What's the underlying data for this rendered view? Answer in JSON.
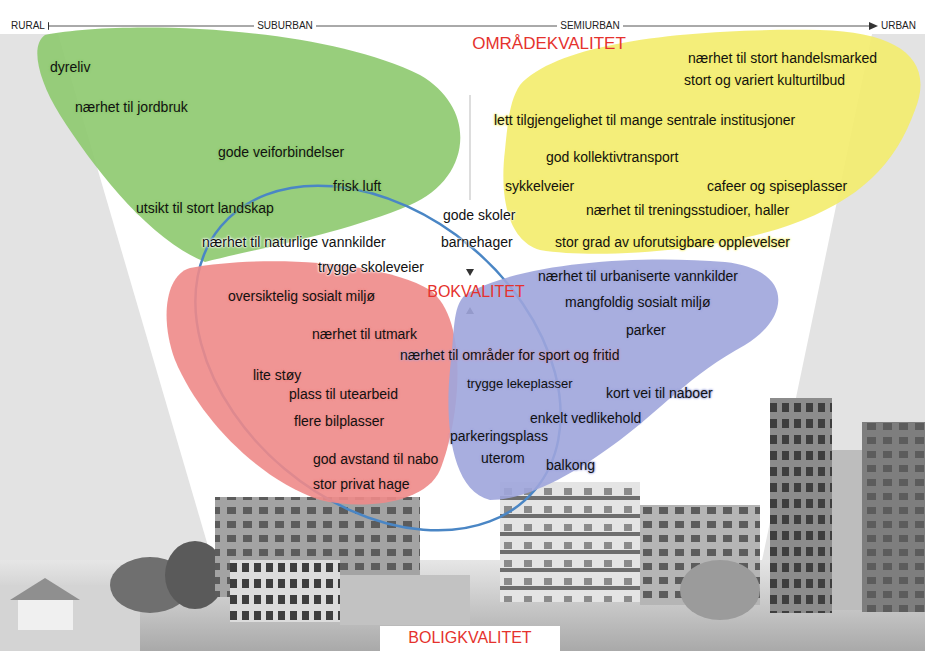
{
  "diagram": {
    "nodes": [
      {
        "text": [
          "dyreliv",
          "nærhet til jordbruk",
          "gode veiforbindelser",
          "frisk luft",
          "utsikt til stort landskap",
          "nærhet til naturlige vannkilder"
        ]
      },
      {
        "text": [
          "nærhet til stort handelsmarked",
          "stort og variert kulturtilbud",
          "lett tilgjengelighet til mange sentrale institusjoner",
          "god kollektivtransport",
          "sykkelveier",
          "cafeer og spiseplasser",
          "nærhet til treningsstudioer, haller",
          "stor grad av uforutsigbare opplevelser"
        ]
      },
      {
        "text": [
          "gode skoler",
          "barnehager",
          "trygge skoleveier",
          "nærhet til områder for sport og fritid"
        ]
      },
      {
        "text": [
          "oversiktelig sosialt miljø",
          "nærhet til utmark",
          "lite støy",
          "plass til utearbeid",
          "flere bilplasser",
          "god avstand til nabo",
          "stor privat hage"
        ]
      },
      {
        "text": [
          "nærhet til urbaniserte vannkilder",
          "mangfoldig sosialt miljø",
          "parker",
          "trygge lekeplasser",
          "kort vei til naboer",
          "enkelt vedlikehold",
          "parkeringsplass",
          "uterom",
          "balkong"
        ]
      }
    ],
    "labels": [
      "RURAL",
      "SUBURBAN",
      "SEMIURBAN",
      "URBAN",
      "OMRÅDEKVALITET",
      "BOKVALITET",
      "BOLIGKVALITET"
    ]
  }
}
